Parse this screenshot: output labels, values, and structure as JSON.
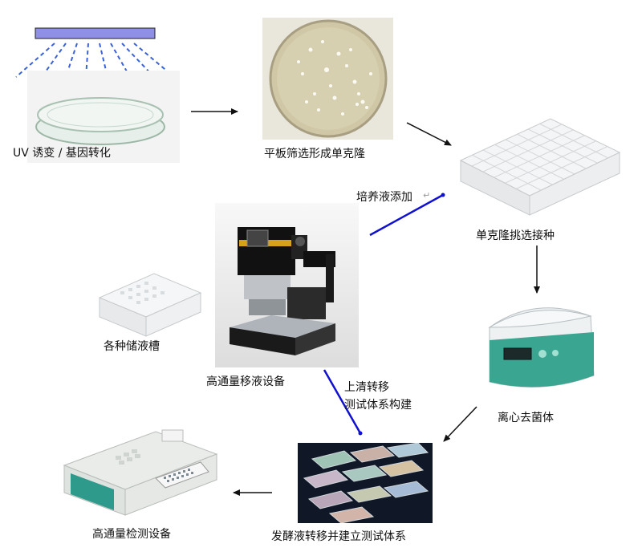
{
  "steps": {
    "uv": "UV 诱变 / 基因转化",
    "plate": "平板筛选形成单克隆",
    "pick": "单克隆挑选接种",
    "centrifuge": "离心去菌体",
    "ferment": "发酵液转移并建立测试体系",
    "detect": "高通量检测设备",
    "pipette": "高通量移液设备",
    "reservoir": "各种储液槽"
  },
  "annotations": {
    "medium_add": "培养液添加",
    "supernatant_line1": "上清转移",
    "supernatant_line2": "测试体系构建"
  },
  "colors": {
    "uv_lamp": "#8f8fe8",
    "uv_rays": "#3a62d6",
    "blue_arrow": "#1010d0",
    "black_arrow": "#111111"
  }
}
